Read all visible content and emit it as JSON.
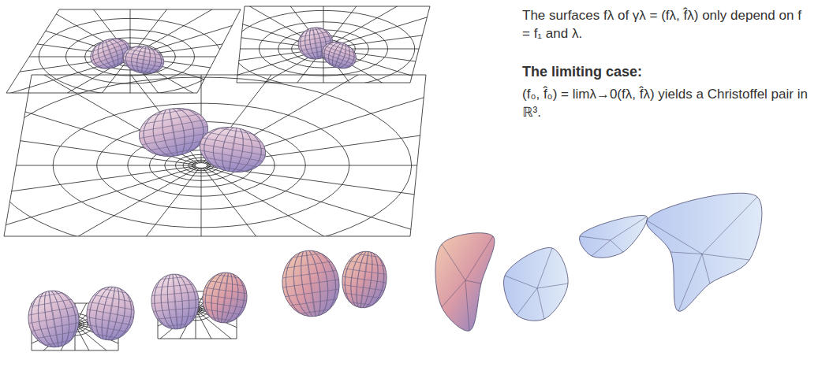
{
  "diagram": {
    "labels": [
      "The surfaces fλ of γλ = (fλ, f̂λ) only depend on f = f₁ and λ.",
      "The limiting case:",
      "(f₀, f̂₀) = limλ→0(fλ, f̂λ) yields a Christoffel pair in ℝ³."
    ]
  }
}
